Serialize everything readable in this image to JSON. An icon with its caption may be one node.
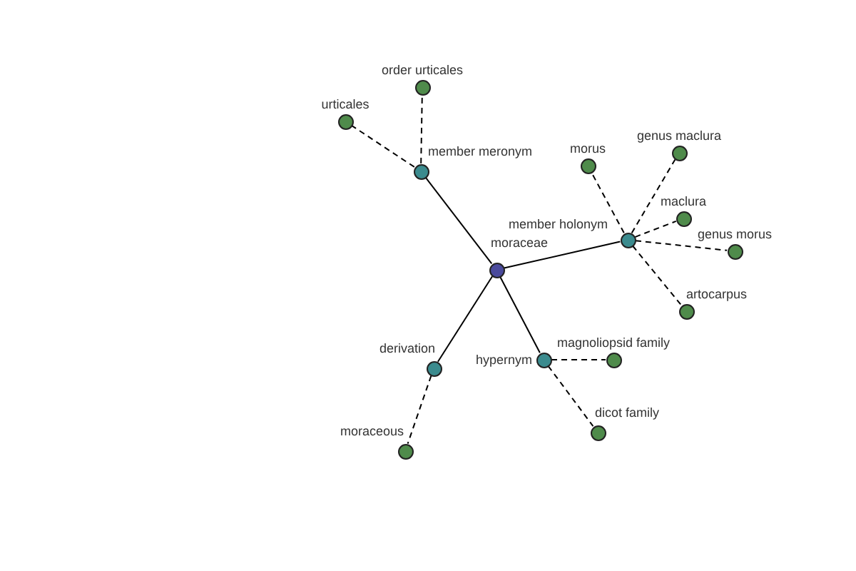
{
  "diagram": {
    "nodes": [
      {
        "text": [],
        "shape": "circle",
        "beside": [
          "moraceae"
        ]
      },
      {
        "text": [],
        "shape": "circle",
        "beside": [
          "member meronym"
        ]
      },
      {
        "text": [],
        "shape": "circle",
        "beside": [
          "urticales"
        ]
      },
      {
        "text": [],
        "shape": "circle",
        "beside": [
          "order urticales"
        ]
      },
      {
        "text": [],
        "shape": "circle",
        "beside": [
          "member holonym"
        ]
      },
      {
        "text": [],
        "shape": "circle",
        "beside": [
          "morus"
        ]
      },
      {
        "text": [],
        "shape": "circle",
        "beside": [
          "genus maclura"
        ]
      },
      {
        "text": [],
        "shape": "circle",
        "beside": [
          "maclura"
        ]
      },
      {
        "text": [],
        "shape": "circle",
        "beside": [
          "genus morus"
        ]
      },
      {
        "text": [],
        "shape": "circle",
        "beside": [
          "artocarpus"
        ]
      },
      {
        "text": [],
        "shape": "circle",
        "beside": [
          "derivation"
        ]
      },
      {
        "text": [],
        "shape": "circle",
        "beside": [
          "moraceous"
        ]
      },
      {
        "text": [],
        "shape": "circle",
        "beside": [
          "hypernym"
        ]
      },
      {
        "text": [],
        "shape": "circle",
        "beside": [
          "magnoliopsid family"
        ]
      },
      {
        "text": [],
        "shape": "circle",
        "beside": [
          "dicot family"
        ]
      }
    ],
    "edges": [
      {
        "from": 0,
        "to": 1,
        "arrow": "none"
      },
      {
        "from": 0,
        "to": 4,
        "arrow": "none"
      },
      {
        "from": 0,
        "to": 10,
        "arrow": "none"
      },
      {
        "from": 0,
        "to": 12,
        "arrow": "none"
      },
      {
        "from": 1,
        "to": 2,
        "arrow": "none",
        "style": "dashed"
      },
      {
        "from": 1,
        "to": 3,
        "arrow": "none",
        "style": "dashed"
      },
      {
        "from": 4,
        "to": 5,
        "arrow": "none",
        "style": "dashed"
      },
      {
        "from": 4,
        "to": 6,
        "arrow": "none",
        "style": "dashed"
      },
      {
        "from": 4,
        "to": 7,
        "arrow": "none",
        "style": "dashed"
      },
      {
        "from": 4,
        "to": 8,
        "arrow": "none",
        "style": "dashed"
      },
      {
        "from": 4,
        "to": 9,
        "arrow": "none",
        "style": "dashed"
      },
      {
        "from": 10,
        "to": 11,
        "arrow": "none",
        "style": "dashed"
      },
      {
        "from": 12,
        "to": 13,
        "arrow": "none",
        "style": "dashed"
      },
      {
        "from": 12,
        "to": 14,
        "arrow": "none",
        "style": "dashed"
      }
    ]
  }
}
